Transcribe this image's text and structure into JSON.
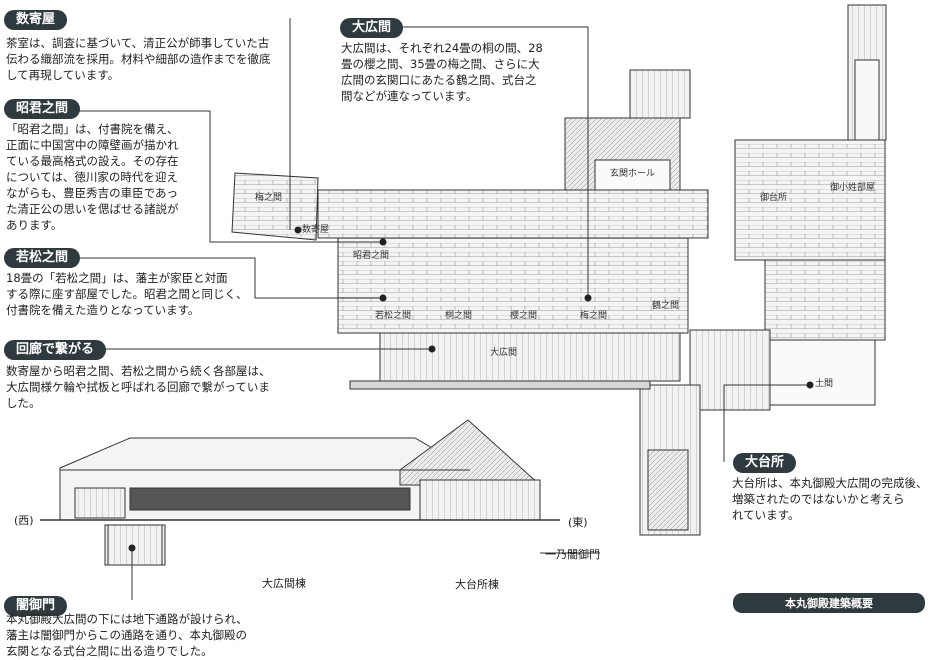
{
  "callouts": {
    "sukiya": {
      "label": "数寄屋",
      "text": [
        "茶室は、調査に基づいて、清正公が師事していた古",
        "伝わる織部流を採用。材料や細部の造作までを徹底",
        "して再現しています。"
      ]
    },
    "shokun": {
      "label": "昭君之間",
      "text": [
        "「昭君之間」は、付書院を備え、",
        "正面に中国宮中の障壁画が描かれ",
        "ている最高格式の設え。その存在",
        "については、徳川家の時代を迎え",
        "ながらも、豊臣秀吉の車臣であっ",
        "た清正公の思いを偲ばせる諸説が",
        "あります。"
      ]
    },
    "wakamatsu": {
      "label": "若松之間",
      "text": [
        "18畳の「若松之間」は、藩主が家臣と対面",
        "する際に座す部屋でした。昭君之間と同じく、",
        "付書院を備えた造りとなっています。"
      ]
    },
    "kairo": {
      "label": "回廊で繋がる",
      "text": [
        "数寄屋から昭君之間、若松之間から続く各部屋は、",
        "大広間様ケ輪や拭板と呼ばれる回廊で繋がっていま",
        "した。"
      ]
    },
    "ohiroma": {
      "label": "大広間",
      "text": [
        "大広間は、それぞれ24畳の桐の間、28",
        "畳の櫻之間、35畳の梅之間、さらに大",
        "広間の玄関口にあたる鶴之間、式台之",
        "間などが連なっています。"
      ]
    },
    "odaidokoro": {
      "label": "大台所",
      "text": [
        "大台所は、本丸御殿大広間の完成後、",
        "増築されたのではないかと考えら",
        "れています。"
      ]
    },
    "yamigomon": {
      "label": "闇御門",
      "text": [
        "本丸御殿大広間の下には地下通路が設けられ、",
        "藩主は闇御門からこの通路を通り、本丸御殿の",
        "玄関となる式台之間に出る造りでした。"
      ]
    }
  },
  "plan_rooms": [
    "梅之間",
    "数寄屋",
    "昭君之間",
    "若松之間",
    "桐之間",
    "櫻之間",
    "梅之間",
    "大広間",
    "鶴之間",
    "御小姓部屋",
    "御台所",
    "土間",
    "玄関ホール"
  ],
  "elevation": {
    "west": "(西)",
    "east": "(東)",
    "hall_label": "大広間棟",
    "kitchen_label": "大台所棟",
    "gate_label": "一乃闇御門"
  },
  "caption": "本丸御殿建築概要",
  "colors": {
    "label_bg": "#2f3a3f",
    "line": "#333333"
  }
}
